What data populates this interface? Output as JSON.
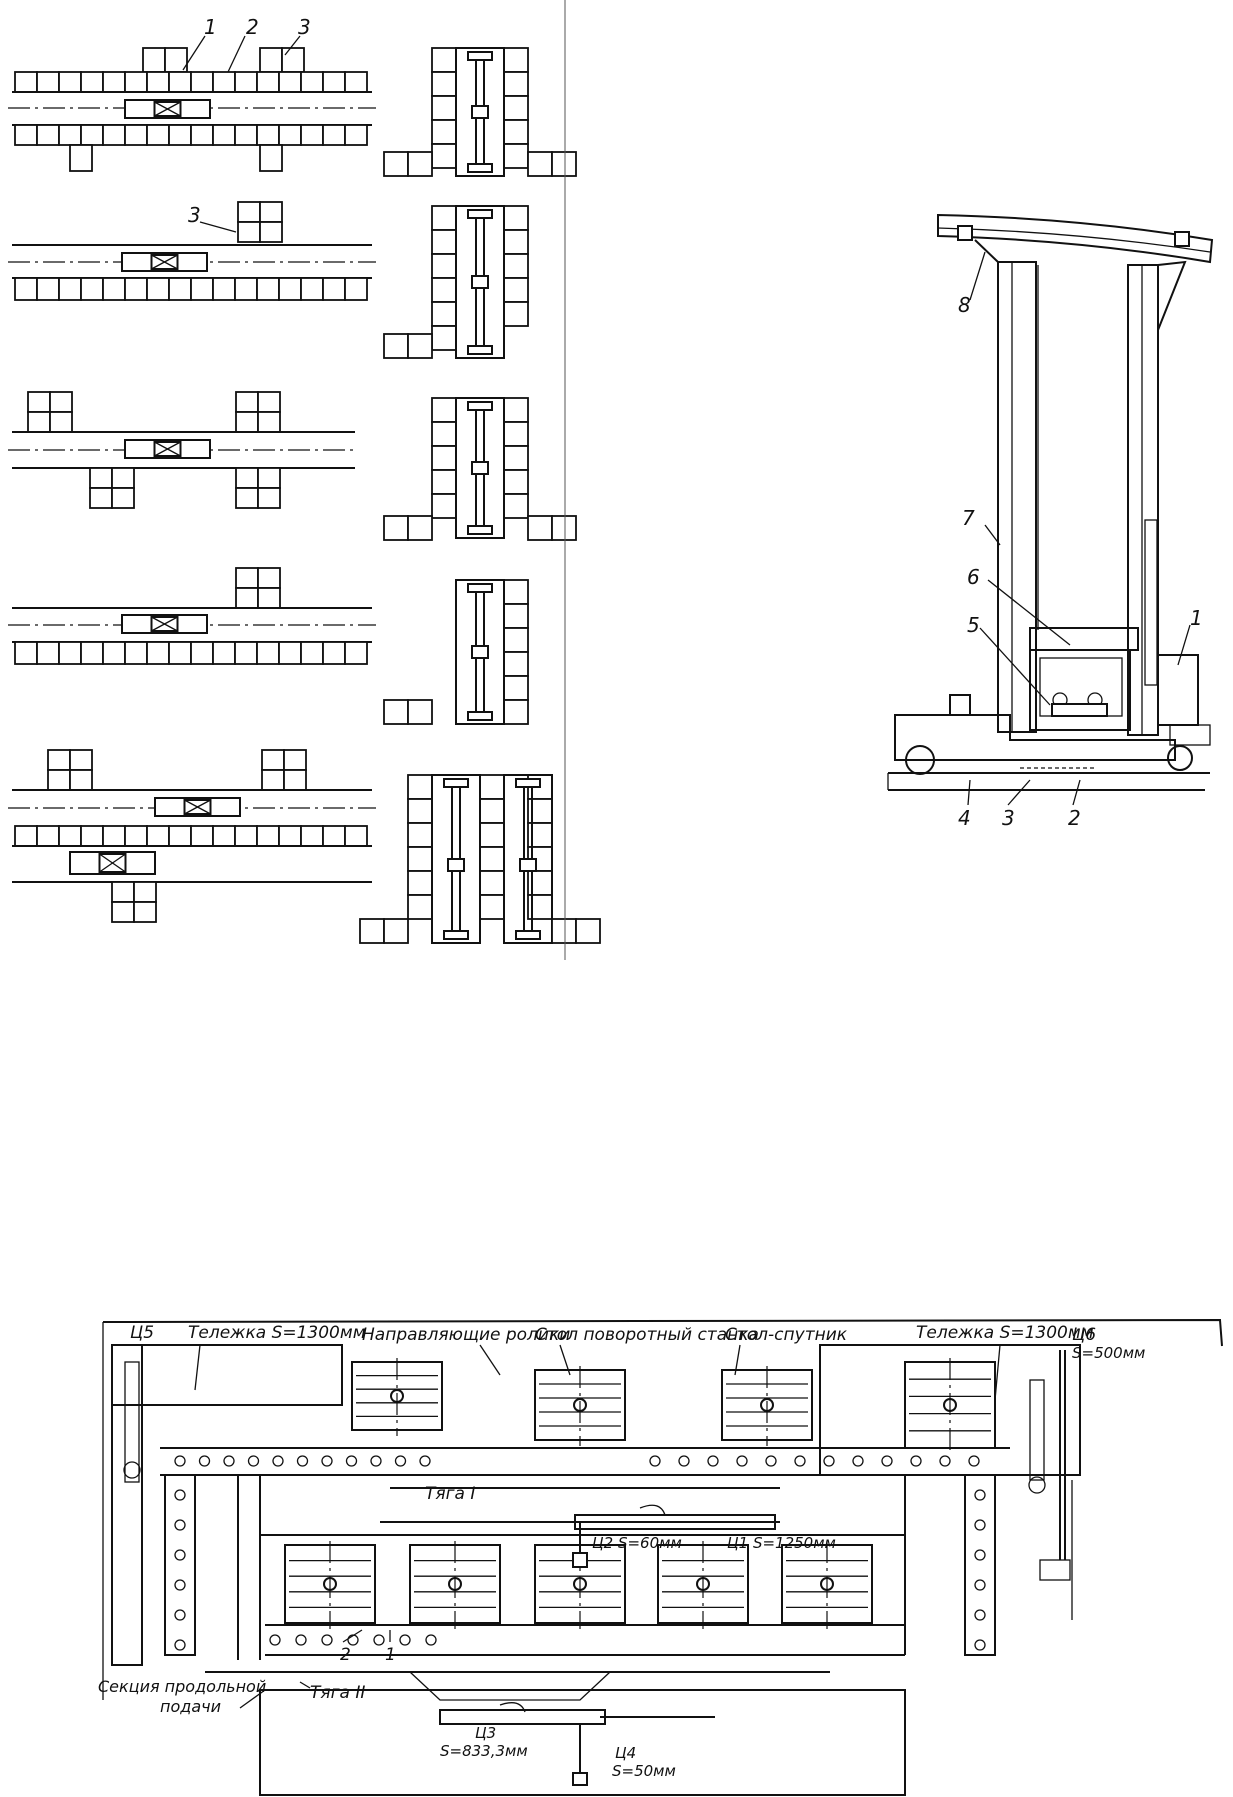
{
  "figure_top_left": {
    "labels": {
      "callout_1": "1",
      "callout_2": "2",
      "callout_3": "3",
      "callout_3b": "3"
    }
  },
  "figure_top_right": {
    "labels": {
      "n1": "1",
      "n2": "2",
      "n3": "3",
      "n4": "4",
      "n5": "5",
      "n6": "6",
      "n7": "7",
      "n8": "8"
    }
  },
  "figure_bottom": {
    "labels": {
      "c5": "Ц5",
      "cart_left": "Тележка S=1300мм",
      "guide_rollers": "Направляющие ролики",
      "rotary_table": "Стол поворотный станка",
      "pallet": "Стол-спутник",
      "cart_right": "Тележка S=1300мм",
      "c6": "Ц6",
      "c6_stroke": "S=500мм",
      "rod1": "Тяга I",
      "c2": "Ц2 S=60мм",
      "c1": "Ц1 S=1250мм",
      "n2": "2",
      "n1": "1",
      "rod2": "Тяга II",
      "section_line1": "Секция продольной",
      "section_line2": "подачи",
      "c3": "Ц3",
      "c3_stroke": "S=833,3мм",
      "c4": "Ц4",
      "c4_stroke": "S=50мм"
    }
  },
  "colors": {
    "ink": "#111111",
    "paper": "#ffffff"
  }
}
